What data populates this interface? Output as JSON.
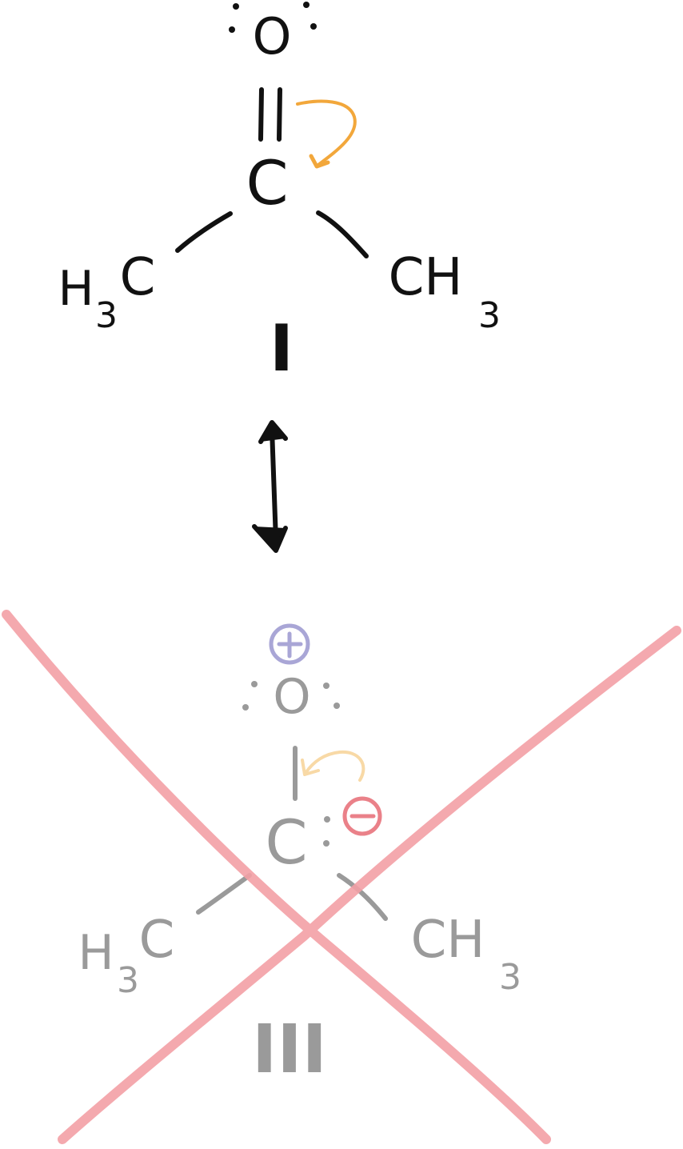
{
  "structure_I": {
    "oxygen": "O",
    "carbon": "C",
    "left_methyl": {
      "main": "H",
      "sub": "3",
      "tail": "C"
    },
    "right_methyl": {
      "main": "CH",
      "sub": "3"
    },
    "label": "I"
  },
  "structure_III": {
    "charge_top": "+",
    "oxygen": "O",
    "charge_right": "−",
    "carbon": "C",
    "left_methyl": {
      "main": "H",
      "sub": "3",
      "tail": "C"
    },
    "right_methyl": {
      "main": "CH",
      "sub": "3"
    },
    "label": "III"
  },
  "colors": {
    "ink": "#111111",
    "faded_ink": "#9a9a9a",
    "arrow_orange": "#f2a73b",
    "arrow_faded": "#f8d9a6",
    "plus_purple": "#a9a6d6",
    "minus_red": "#ea8189",
    "cross_red": "#f3a0a6"
  }
}
